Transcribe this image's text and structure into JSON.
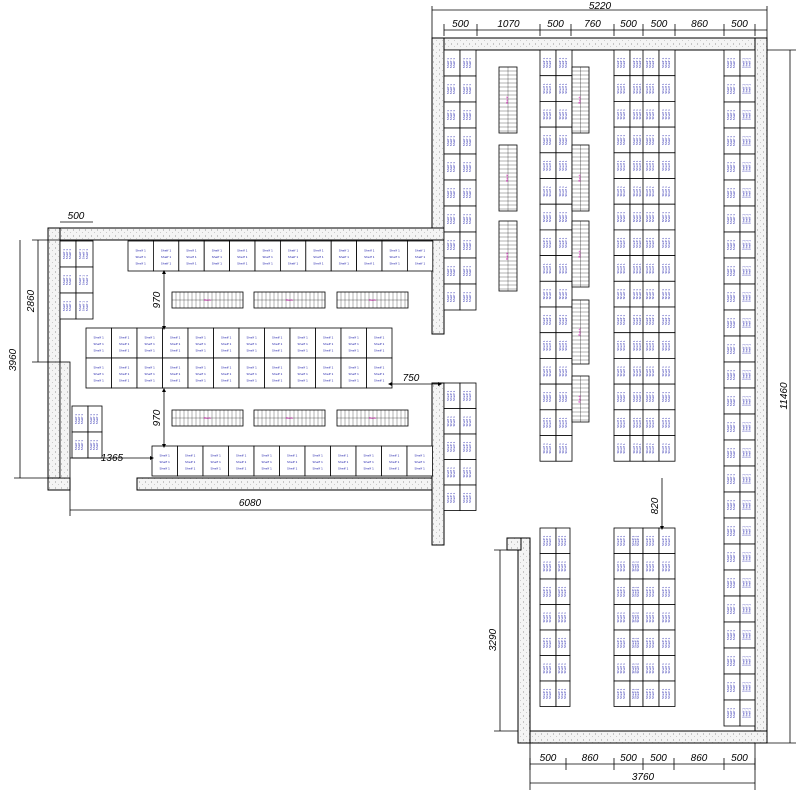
{
  "dimensions": {
    "top_row": [
      "500",
      "1070",
      "500",
      "760",
      "500",
      "500",
      "860",
      "500"
    ],
    "top_total": "5220",
    "bottom_row": [
      "500",
      "860",
      "500",
      "500",
      "860",
      "500"
    ],
    "bottom_total": "3760",
    "left_500": "500",
    "left_2860": "2860",
    "left_3960": "3960",
    "aisle_970_top": "970",
    "aisle_970_bottom": "970",
    "door_750": "750",
    "pass_1365": "1365",
    "width_6080": "6080",
    "right_11460": "11460",
    "aisle_820": "820",
    "low_3290": "3290"
  },
  "rack_label": "Shelf 1",
  "cart_label": "Rack",
  "colors": {
    "rack_text": "#1a1aa8",
    "cart_text": "#cc00aa"
  }
}
